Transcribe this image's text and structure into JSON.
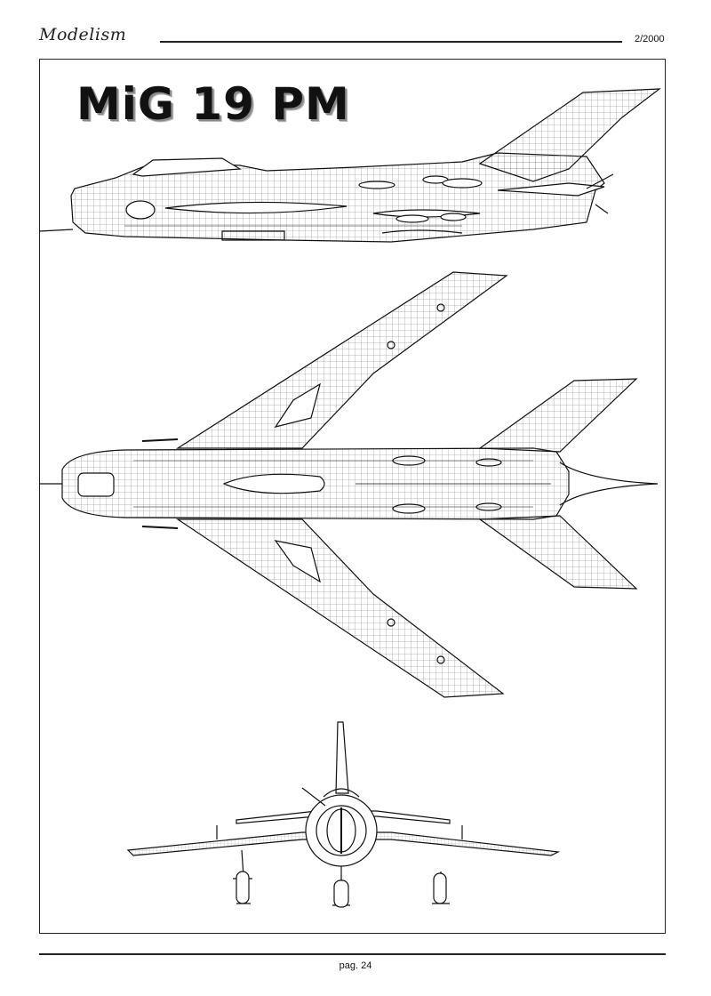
{
  "header": {
    "logo_text": "Modelism",
    "issue": "2/2000"
  },
  "title": "MiG 19 PM",
  "footer": {
    "page": "pag. 24"
  },
  "colors": {
    "ink": "#111111",
    "paper": "#ffffff"
  }
}
